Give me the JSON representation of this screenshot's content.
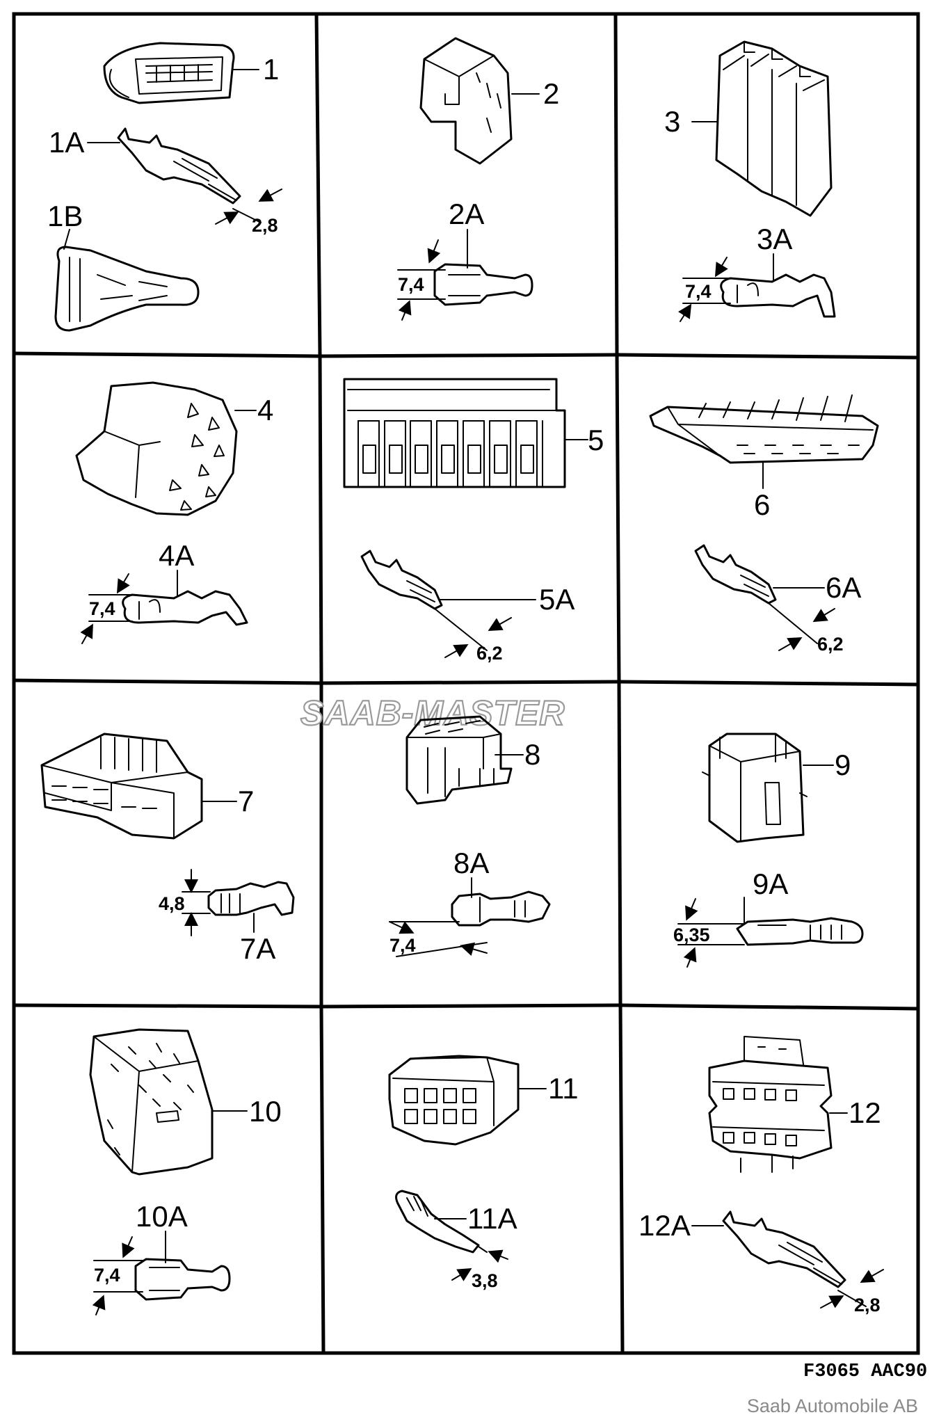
{
  "watermark": "SAAB-MASTER",
  "figure_code": "F3065  AAC90",
  "copyright": "Saab Automobile AB",
  "labels": {
    "c1": "1",
    "c1a": "1A",
    "c1b": "1B",
    "d1a": "2,8",
    "c2": "2",
    "c2a": "2A",
    "d2a": "7,4",
    "c3": "3",
    "c3a": "3A",
    "d3a": "7,4",
    "c4": "4",
    "c4a": "4A",
    "d4a": "7,4",
    "c5": "5",
    "c5a": "5A",
    "d5a": "6,2",
    "c6": "6",
    "c6a": "6A",
    "d6a": "6,2",
    "c7": "7",
    "c7a": "7A",
    "d7a": "4,8",
    "c8": "8",
    "c8a": "8A",
    "d8a": "7,4",
    "c9": "9",
    "c9a": "9A",
    "d9a": "6,35",
    "c10": "10",
    "c10a": "10A",
    "d10a": "7,4",
    "c11": "11",
    "c11a": "11A",
    "d11a": "3,8",
    "c12": "12",
    "c12a": "12A",
    "d12a": "2,8"
  }
}
